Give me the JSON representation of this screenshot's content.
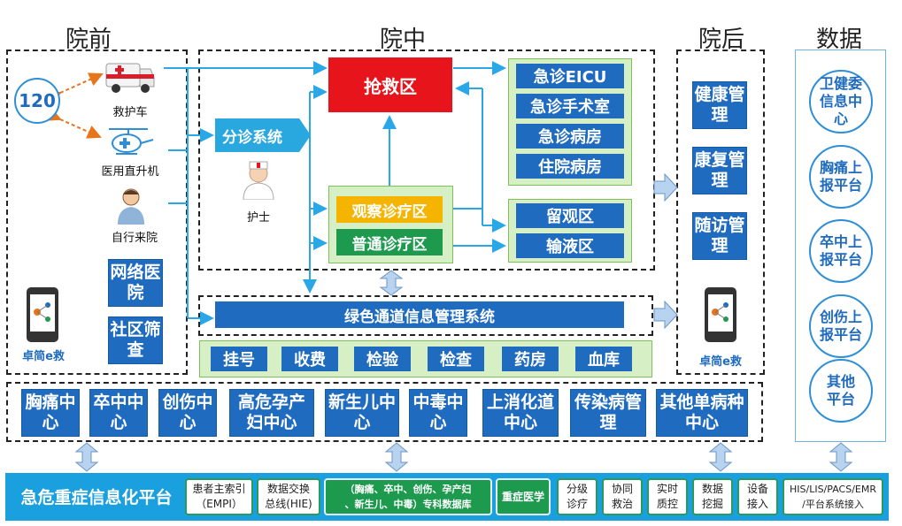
{
  "titles": {
    "pre": "院前",
    "mid": "院中",
    "post": "院后",
    "data": "数据"
  },
  "pre": {
    "center": "120",
    "ambulance": "救护车",
    "helicopter": "医用直升机",
    "walkin": "自行来院",
    "network_hospital": "网络医院",
    "community": "社区筛查",
    "app": "卓简e救"
  },
  "mid": {
    "triage": "分诊系统",
    "nurse": "护士",
    "rescue": "抢救区",
    "icu_group": [
      "急诊EICU",
      "急诊手术室",
      "急诊病房",
      "住院病房"
    ],
    "observe_treat": "观察诊疗区",
    "general_treat": "普通诊疗区",
    "stay_group": [
      "留观区",
      "输液区"
    ],
    "green_channel": "绿色通道信息管理系统",
    "services": [
      "挂号",
      "收费",
      "检验",
      "检查",
      "药房",
      "血库"
    ]
  },
  "post": {
    "items": [
      "健康管理",
      "康复管理",
      "随访管理"
    ],
    "app": "卓简e救"
  },
  "data_col": {
    "items": [
      "卫健委信息中心",
      "胸痛上报平台",
      "卒中上报平台",
      "创伤上报平台",
      "其他平台"
    ]
  },
  "centers": [
    "胸痛中心",
    "卒中中心",
    "创伤中心",
    "高危孕产妇中心",
    "新生儿中心",
    "中毒中心",
    "上消化道中心",
    "传染病管理",
    "其他单病种中心"
  ],
  "platform": {
    "title": "急危重症信息化平台",
    "items": [
      {
        "l1": "患者主索引",
        "l2": "（EMPI）"
      },
      {
        "l1": "数据交换",
        "l2": "总线(HIE)"
      },
      {
        "l1": "（胸痛、卒中、创伤、孕产妇",
        "l2": "、新生儿、中毒）专科数据库"
      },
      {
        "l1": "重症医学",
        "l2": ""
      },
      {
        "l1": "分级",
        "l2": "诊疗"
      },
      {
        "l1": "协同",
        "l2": "救治"
      },
      {
        "l1": "实时",
        "l2": "质控"
      },
      {
        "l1": "数据",
        "l2": "挖掘"
      },
      {
        "l1": "设备",
        "l2": "接入"
      },
      {
        "l1": "HIS/LIS/PACS/EMR",
        "l2": "/平台系统接入"
      }
    ]
  },
  "colors": {
    "blue": "#1f6bbf",
    "red": "#e8141b",
    "green": "#1e9a4e",
    "arrow": "#2aa7e6",
    "platform": "#1aa0de"
  }
}
